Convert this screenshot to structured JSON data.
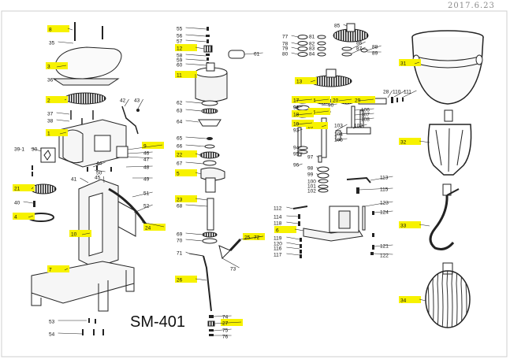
{
  "model_label": "SM-401",
  "handwritten_date": "2017.6.23",
  "highlight_color": "#f7f200",
  "line_color": "#222222",
  "parts": {
    "p8": "8",
    "p35": "35",
    "p3": "3",
    "p36": "36",
    "p2": "2",
    "p37": "37",
    "p38": "38",
    "p1": "1",
    "p42": "42",
    "p43": "43",
    "p9": "9",
    "p46": "46",
    "p47": "47",
    "p48": "48",
    "p39_1": "39-1",
    "p30": "30",
    "p44": "44",
    "p50": "50",
    "p49": "49",
    "p41": "41",
    "p45": "45",
    "p51": "51",
    "p52": "52",
    "p21": "21",
    "p40": "40",
    "p4": "4",
    "p10": "10",
    "p24": "24",
    "p7": "7",
    "p53": "53",
    "p54": "54",
    "p55": "55",
    "p56": "56",
    "p57": "57",
    "p12": "12",
    "p58": "58",
    "p59": "59",
    "p60": "60",
    "p61": "61",
    "p11": "11",
    "p62": "62",
    "p63": "63",
    "p64": "64",
    "p65": "65",
    "p66": "66",
    "p22": "22",
    "p67": "67",
    "p5": "5",
    "p23": "23",
    "p68": "68",
    "p69": "69",
    "p70": "70",
    "p25": "25",
    "p72": "72",
    "p71": "71",
    "p73": "73",
    "p26": "26",
    "p74": "74",
    "p27": "27",
    "p75": "75",
    "p76": "76",
    "p77": "77",
    "p78": "78",
    "p79": "79",
    "p80": "80",
    "p81": "81",
    "p82": "82",
    "p83": "83",
    "p84": "84",
    "p85": "85",
    "p86": "86",
    "p87": "87",
    "p88": "88",
    "p89": "89",
    "p13": "13",
    "p14": "14",
    "p15": "15",
    "p16": "16",
    "p17": "17",
    "p18": "18",
    "p19": "19",
    "p20": "20",
    "p28": "28",
    "p29": "29",
    "p110": "110",
    "p111": "111",
    "p90": "90",
    "p91": "91",
    "p92": "92",
    "p93": "93",
    "p94": "94",
    "p95": "95",
    "p96": "96",
    "p97": "97",
    "p98": "98",
    "p99": "99",
    "p100": "100",
    "p101": "101",
    "p102": "102",
    "p103": "103",
    "p104": "104",
    "p105": "105",
    "p106": "106",
    "p107": "107",
    "p108": "108",
    "p109": "109",
    "p112": "112",
    "p113": "113",
    "p114": "114",
    "p115": "115",
    "p116": "116",
    "p117": "117",
    "p118": "118",
    "p119": "119",
    "p120": "120",
    "p121": "121",
    "p122": "122",
    "p123": "123",
    "p124": "124",
    "p6": "6",
    "p31": "31",
    "p32": "32",
    "p33": "33",
    "p34": "34"
  }
}
